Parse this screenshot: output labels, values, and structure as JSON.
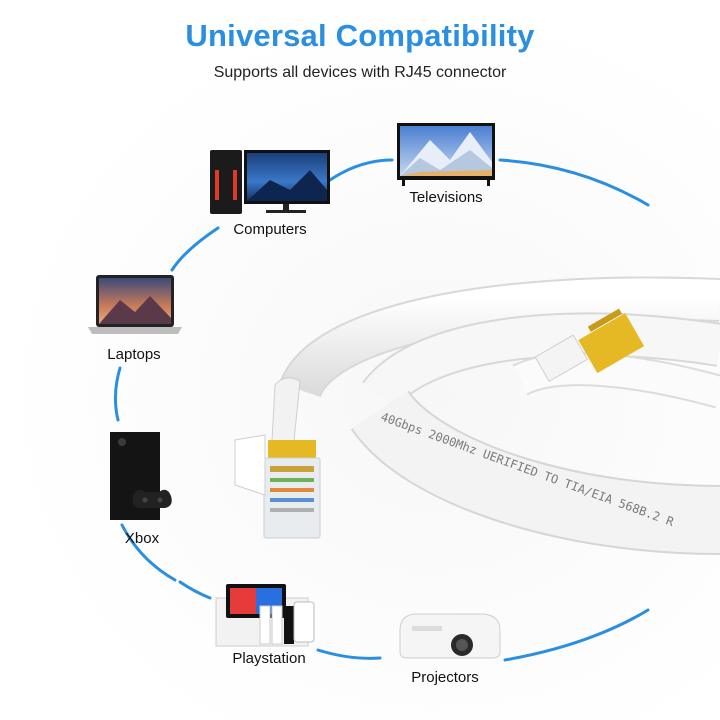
{
  "header": {
    "title": "Universal Compatibility",
    "subtitle": "Supports all devices with RJ45 connector"
  },
  "devices": {
    "televisions": "Televisions",
    "computers": "Computers",
    "laptops": "Laptops",
    "xbox": "Xbox",
    "playstation": "Playstation",
    "projectors": "Projectors"
  },
  "cable": {
    "print": "40Gbps 2000Mhz UERIFIED TO TIA/EIA 568B.2 R"
  },
  "colors": {
    "accent": "#2a8fe0",
    "cable": "#f4f4f4",
    "gold": "#e5b923"
  }
}
